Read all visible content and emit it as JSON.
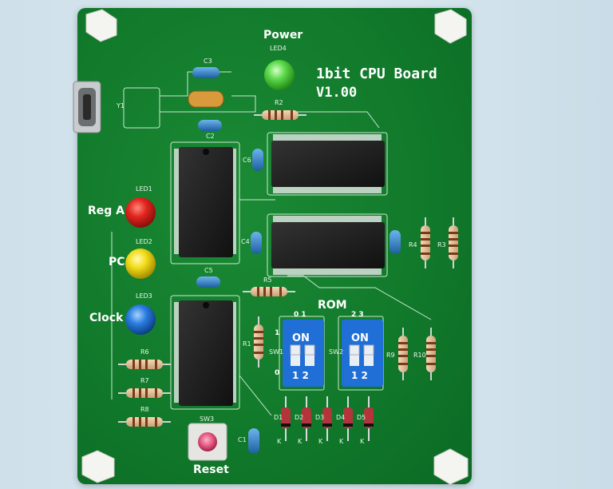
{
  "board": {
    "title_line1": "1bit CPU Board",
    "title_line2": "V1.00",
    "labels": {
      "power": "Power",
      "reg_a": "Reg A",
      "pc": "PC",
      "clock": "Clock",
      "rom": "ROM",
      "reset": "Reset",
      "on1": "ON",
      "on2": "ON",
      "sw1_nums": "1  2",
      "sw2_nums": "1  2",
      "rom_top_left": "0  1",
      "rom_top_right": "2  3",
      "rom_side_1": "1",
      "rom_side_0": "0"
    },
    "refdes": {
      "led4": "LED4",
      "led1": "LED1",
      "led2": "LED2",
      "led3": "LED3",
      "c3": "C3",
      "c2": "C2",
      "c4": "C4",
      "c5": "C5",
      "c6": "C6",
      "c1": "C1",
      "y1": "Y1",
      "r1": "R1",
      "r2": "R2",
      "r3": "R3",
      "r4": "R4",
      "r5": "R5",
      "r6": "R6",
      "r7": "R7",
      "r8": "R8",
      "r9": "R9",
      "r10": "R10",
      "sw1": "SW1",
      "sw2": "SW2",
      "sw3": "SW3",
      "d1": "D1",
      "d2": "D2",
      "d3": "D3",
      "d4": "D4",
      "d5": "D5",
      "k1": "K",
      "k2": "K",
      "k3": "K",
      "k4": "K",
      "k5": "K"
    },
    "colors": {
      "pcb": "#127c2c",
      "led_power": "#5cd94a",
      "led_reg_a": "#e2261f",
      "led_pc": "#f2dc1a",
      "led_clock": "#2a7de0",
      "dip_switch": "#1f6fd6",
      "ic": "#1c1c1c",
      "capacitor": "#2b80c8",
      "crystal": "#d89a3a",
      "button": "#e0507a"
    }
  }
}
